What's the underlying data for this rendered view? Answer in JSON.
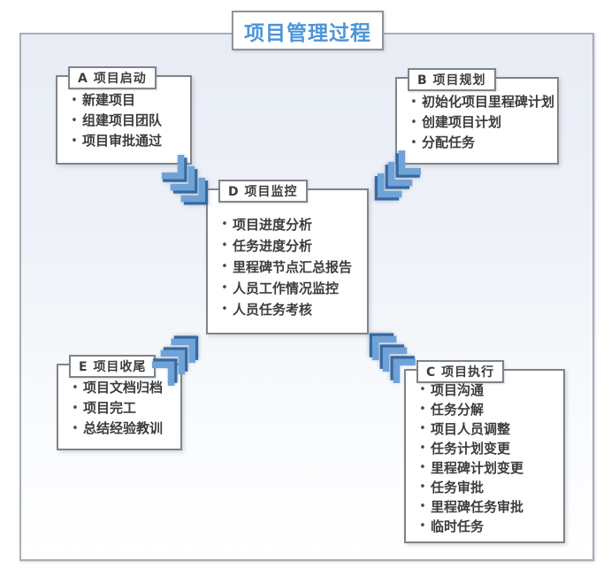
{
  "title": "项目管理过程",
  "colors": {
    "title_blue": "#4e95d9",
    "arrow_light_blue": "#6fa3d8",
    "arrow_dark_blue": "#37699f",
    "box_border_gray": "#7f8489",
    "text_dark": "#3c3c3c",
    "canvas_top_tint": "#e8ecf4"
  },
  "boxes": [
    {
      "id": "A",
      "label": "A 项目启动",
      "items": [
        "新建项目",
        "组建项目团队",
        "项目审批通过"
      ]
    },
    {
      "id": "B",
      "label": "B 项目规划",
      "items": [
        "初始化项目里程碑计划",
        "创建项目计划",
        "分配任务"
      ]
    },
    {
      "id": "D",
      "label": "D 项目监控",
      "items": [
        "项目进度分析",
        "任务进度分析",
        "里程碑节点汇总报告",
        "人员工作情况监控",
        "人员任务考核"
      ]
    },
    {
      "id": "E",
      "label": "E 项目收尾",
      "items": [
        "项目文档归档",
        "项目完工",
        "总结经验教训"
      ]
    },
    {
      "id": "C",
      "label": "C 项目执行",
      "items": [
        "项目沟通",
        "任务分解",
        "项目人员调整",
        "任务计划变更",
        "里程碑计划变更",
        "任务审批",
        "里程碑任务审批",
        "临时任务"
      ]
    }
  ],
  "arrows": [
    {
      "name": "arrow-initiation-to-monitoring",
      "direction": "down-right"
    },
    {
      "name": "arrow-planning-to-monitoring",
      "direction": "down-left"
    },
    {
      "name": "arrow-closing-to-monitoring",
      "direction": "up-right"
    },
    {
      "name": "arrow-execution-to-monitoring",
      "direction": "up-left"
    }
  ],
  "bullet_glyph": "•"
}
